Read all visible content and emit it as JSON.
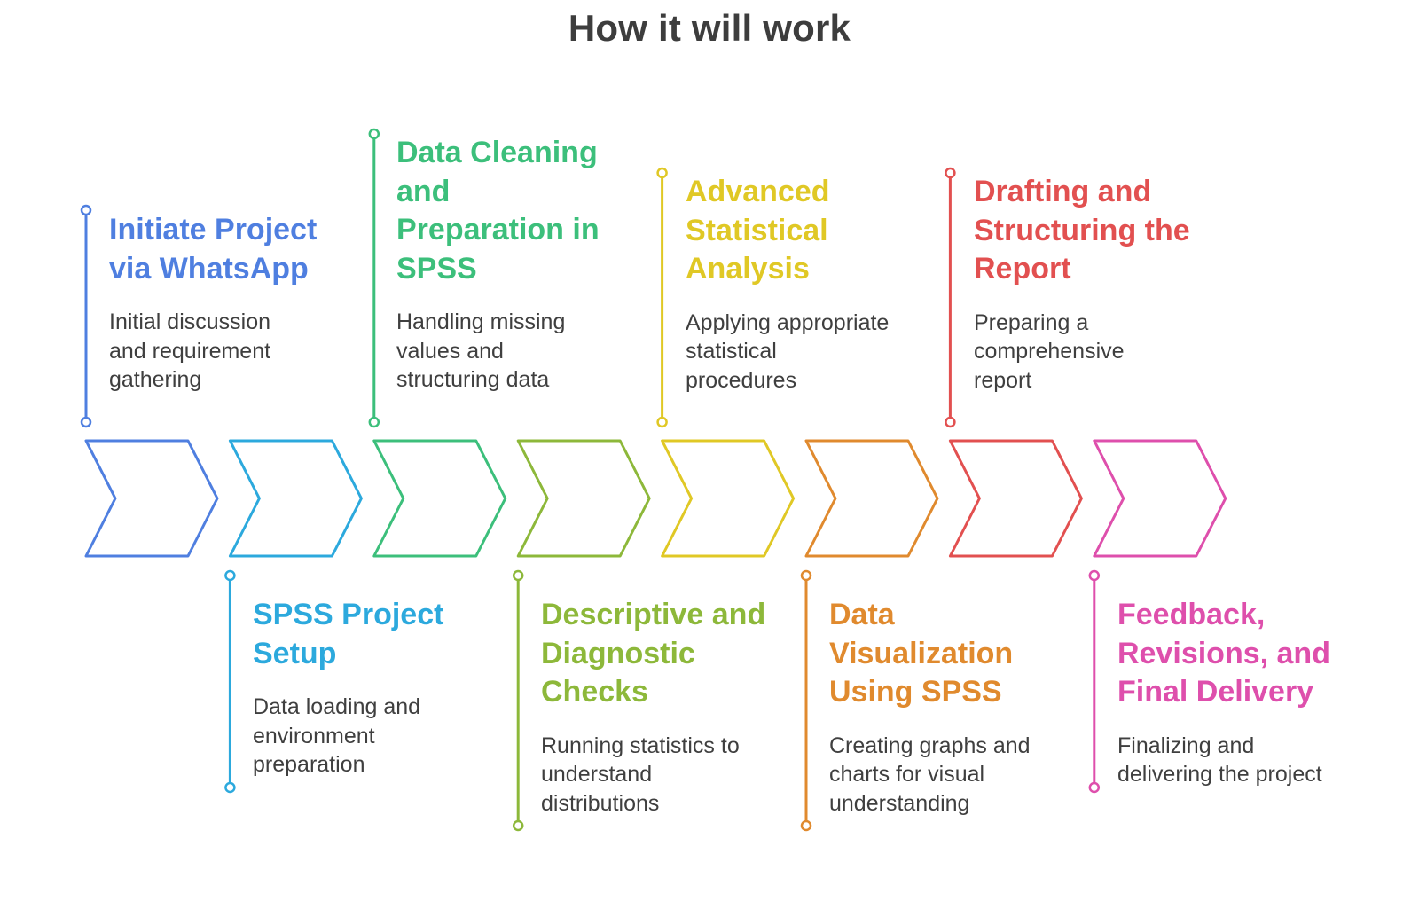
{
  "title": "How it will work",
  "steps": [
    {
      "title": "Initiate Project\nvia WhatsApp",
      "description": "Initial discussion\nand requirement\ngathering",
      "color": "#4f7fe0",
      "position": "top"
    },
    {
      "title": "SPSS Project\nSetup",
      "description": "Data loading and\nenvironment\npreparation",
      "color": "#2ca9dd",
      "position": "bottom"
    },
    {
      "title": "Data Cleaning\nand\nPreparation in\nSPSS",
      "description": "Handling missing\nvalues and\nstructuring data",
      "color": "#3cbf7b",
      "position": "top"
    },
    {
      "title": "Descriptive and\nDiagnostic\nChecks",
      "description": "Running statistics to\nunderstand\ndistributions",
      "color": "#8db83a",
      "position": "bottom"
    },
    {
      "title": "Advanced\nStatistical\nAnalysis",
      "description": "Applying appropriate\nstatistical\nprocedures",
      "color": "#e0c825",
      "position": "top"
    },
    {
      "title": "Data\nVisualization\nUsing SPSS",
      "description": "Creating graphs and\ncharts for visual\nunderstanding",
      "color": "#e08a2e",
      "position": "bottom"
    },
    {
      "title": "Drafting and\nStructuring the\nReport",
      "description": "Preparing a\ncomprehensive\nreport",
      "color": "#e25050",
      "position": "top"
    },
    {
      "title": "Feedback,\nRevisions, and\nFinal Delivery",
      "description": "Finalizing and\ndelivering the project",
      "color": "#de4fac",
      "position": "bottom"
    }
  ]
}
